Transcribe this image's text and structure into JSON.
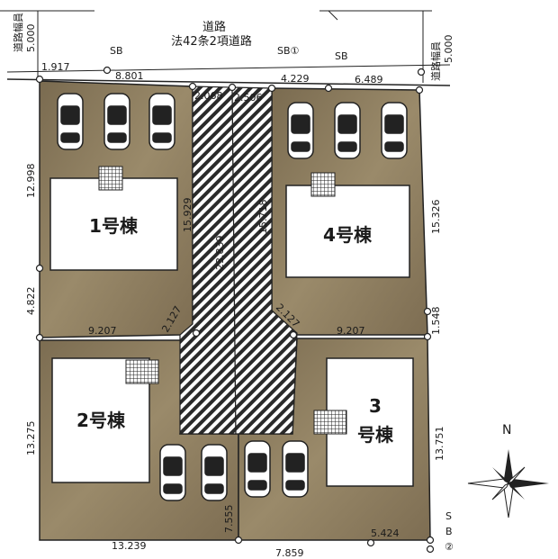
{
  "road": {
    "title": "道路",
    "subtitle": "法42条2項道路",
    "width_left_label": "道路幅員",
    "width_left_value": "5.000",
    "width_right_label": "道路幅員",
    "width_right_value": "5.000"
  },
  "markers": {
    "sb": "SB",
    "sb1": "SB①",
    "sb2_s": "S",
    "sb2_b": "B",
    "sb2_num": "②"
  },
  "buildings": {
    "b1": "1号棟",
    "b2": "2号棟",
    "b3_num": "3",
    "b3_label": "号棟",
    "b4": "4号棟"
  },
  "dimensions": {
    "d1917": "1.917",
    "d8801": "8.801",
    "d2068": "2.068",
    "d2506": "2.506",
    "d4229": "4.229",
    "d6489": "6.489",
    "d12998": "12.998",
    "d15929": "15.929",
    "d23839": "23.839",
    "d15718": "15.718",
    "d15326": "15.326",
    "d4822": "4.822",
    "d9207a": "9.207",
    "d2127a": "2.127",
    "d2127b": "2.127",
    "d9207b": "9.207",
    "d1548": "1.548",
    "d13275": "13.275",
    "d13751": "13.751",
    "d7555": "7.555",
    "d5424": "5.424",
    "d13239": "13.239",
    "d7859": "7.859"
  },
  "compass": {
    "north": "N"
  },
  "colors": {
    "lot": "#8a7a5c",
    "lot_light": "#a8987a",
    "building": "#ffffff",
    "line": "#222222"
  }
}
